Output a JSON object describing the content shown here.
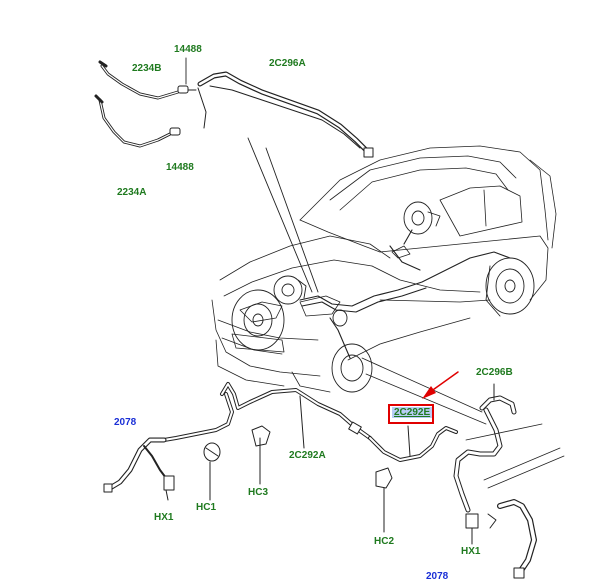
{
  "colors": {
    "part_label": "#1f7a1f",
    "link_label": "#1a2fd6",
    "highlight": "#e00000",
    "highlight_fill": "#b8cdf5",
    "line": "#222222"
  },
  "labels": {
    "l14488_top": "14488",
    "l2234b": "2234B",
    "l2c296a": "2C296A",
    "l14488_bottom": "14488",
    "l2234a": "2234A",
    "l2c296b": "2C296B",
    "l2c292e": "2C292E",
    "l2078_left": "2078",
    "l2c292a": "2C292A",
    "hx1_left": "HX1",
    "hc1": "HC1",
    "hc3": "HC3",
    "hc2": "HC2",
    "hx1_right": "HX1",
    "l2078_right": "2078"
  }
}
